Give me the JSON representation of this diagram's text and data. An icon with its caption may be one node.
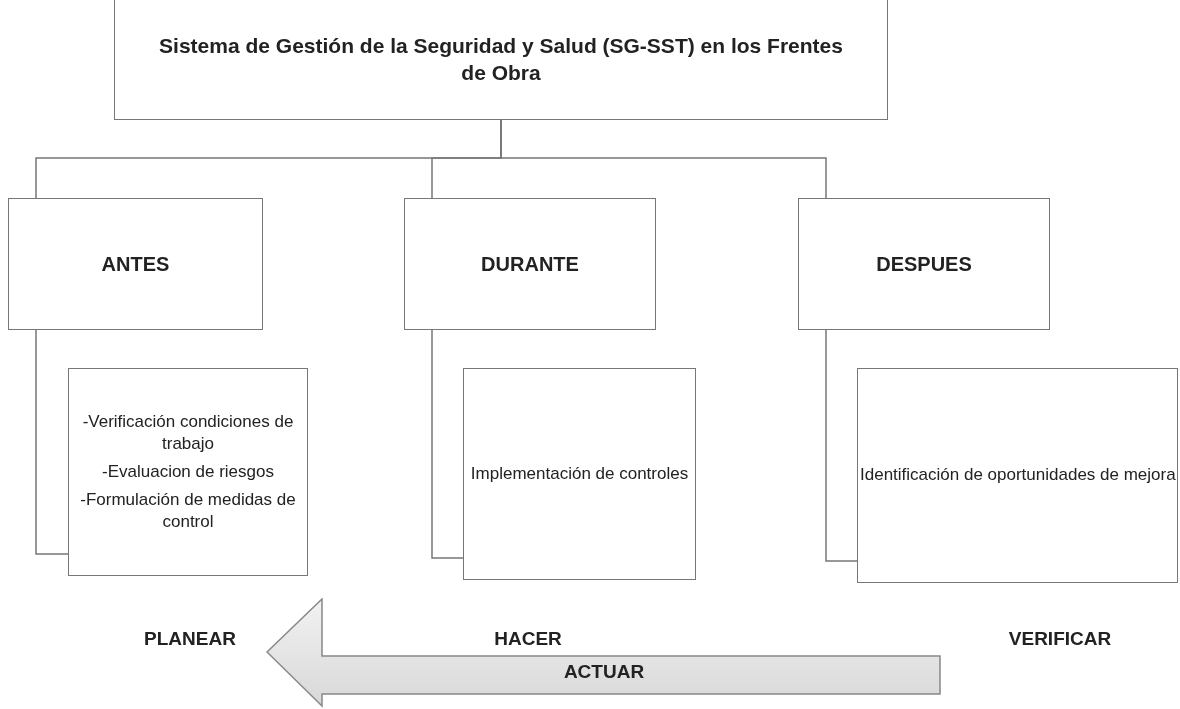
{
  "diagram": {
    "nodes": [
      {
        "text": [
          "Sistema de Gestión de la Seguridad y Salud (SG-SST) en los Frentes de Obra"
        ]
      },
      {
        "text": [
          "ANTES"
        ]
      },
      {
        "text": [
          "DURANTE"
        ]
      },
      {
        "text": [
          "DESPUES"
        ]
      },
      {
        "text": [
          "-Verificación condiciones de trabajo",
          "-Evaluacion de riesgos",
          "-Formulación de medidas de control"
        ]
      },
      {
        "text": [
          "Implementación de controles"
        ]
      },
      {
        "text": [
          "Identificación de oportunidades de mejora"
        ]
      },
      {
        "text": [
          "ACTUAR"
        ]
      }
    ],
    "edges": [
      {
        "from": 0,
        "to": 1,
        "arrow": "none"
      },
      {
        "from": 0,
        "to": 2,
        "arrow": "none"
      },
      {
        "from": 0,
        "to": 3,
        "arrow": "none"
      },
      {
        "from": 1,
        "to": 4,
        "arrow": "none"
      },
      {
        "from": 2,
        "to": 5,
        "arrow": "none"
      },
      {
        "from": 3,
        "to": 6,
        "arrow": "none"
      }
    ],
    "labels": [
      "PLANEAR",
      "HACER",
      "VERIFICAR"
    ]
  }
}
